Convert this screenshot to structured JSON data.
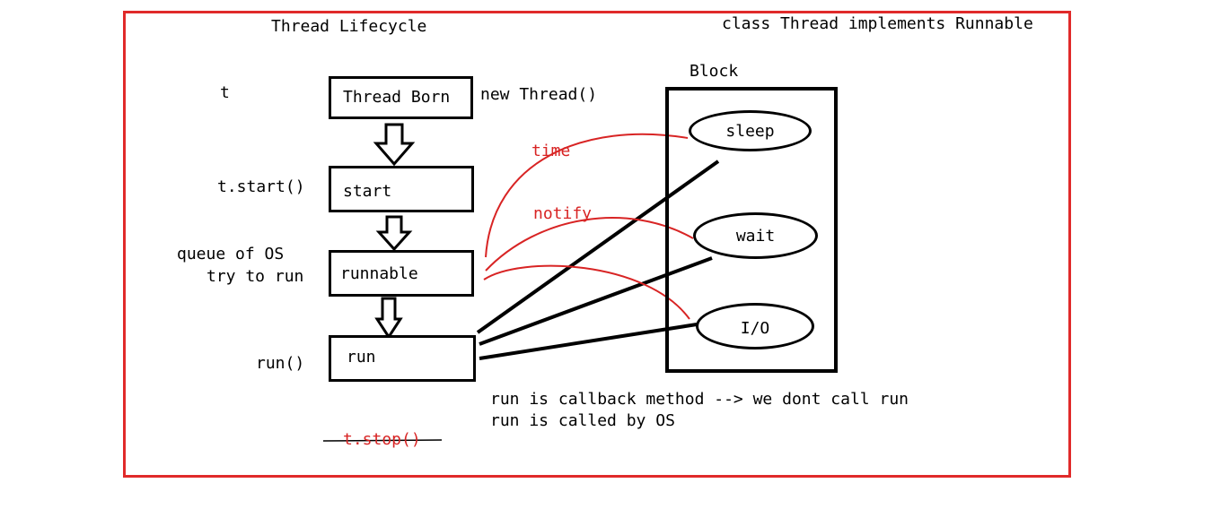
{
  "title": "Thread Lifecycle",
  "class_decl": "class Thread implements Runnable",
  "left_labels": {
    "t": "t",
    "start_call": "t.start()",
    "queue_line1": "queue of OS",
    "queue_line2": "try to run",
    "run_call": "run()"
  },
  "states": {
    "born": "Thread Born",
    "start": "start",
    "runnable": "runnable",
    "run": "run"
  },
  "new_thread": "new Thread()",
  "block": {
    "title": "Block",
    "sleep": "sleep",
    "wait": "wait",
    "io": "I/O"
  },
  "transitions": {
    "time": "time",
    "notify": "notify"
  },
  "notes": {
    "line1": "run is callback method --> we dont call run",
    "line2": "run is called by OS"
  },
  "stop": "t.stop()",
  "colors": {
    "frame": "#e02a2a",
    "red_text": "#d82424",
    "ink": "#000000"
  }
}
